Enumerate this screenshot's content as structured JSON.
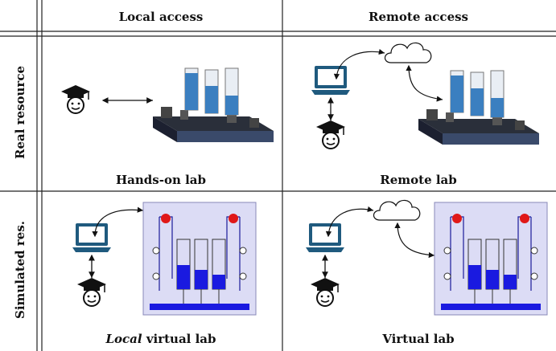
{
  "header": {
    "col_local": "Local access",
    "col_remote": "Remote access"
  },
  "rows": {
    "real": "Real resource",
    "simulated": "Simulated res."
  },
  "cells": {
    "hands_on": "Hands-on lab",
    "remote": "Remote lab",
    "local_virtual_prefix": "Local",
    "local_virtual_suffix": " virtual lab",
    "virtual": "Virtual lab"
  },
  "colors": {
    "laptop": "#1f5a7e",
    "water": "#3b7fc0",
    "sim_bg": "#dcdcf5",
    "sim_water": "#1a1ae0",
    "pump": "#e01818"
  }
}
